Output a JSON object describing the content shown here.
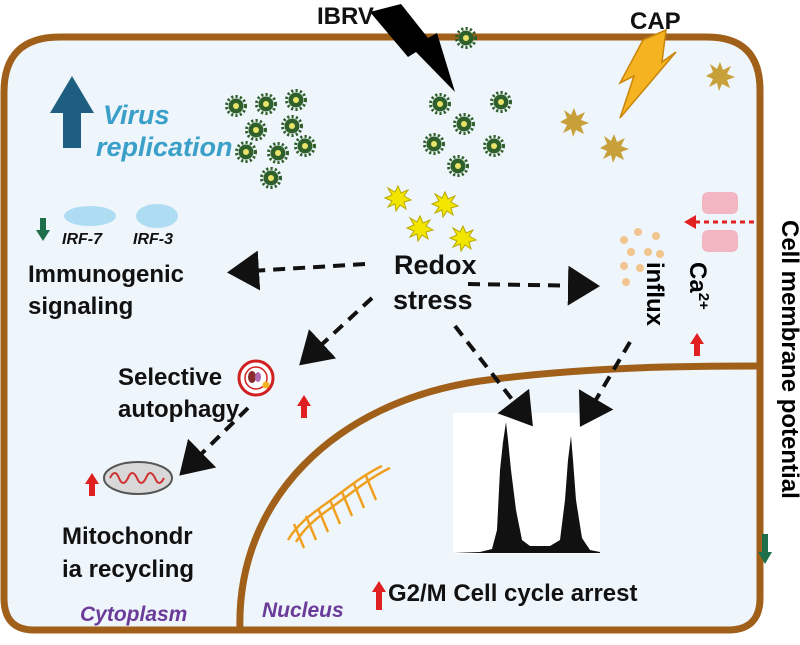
{
  "labels": {
    "ibrv": "IBRV",
    "cap": "CAP",
    "virus_replication_1": "Virus",
    "virus_replication_2": "replication",
    "irf7": "IRF-7",
    "irf3": "IRF-3",
    "immunogenic_1": "Immunogenic",
    "immunogenic_2": "signaling",
    "redox_1": "Redox",
    "redox_2": "stress",
    "influx": "influx",
    "ca": "Ca",
    "ca_sup": "2+",
    "membrane_potential": "Cell membrane potential",
    "selective_1": "Selective",
    "selective_2": "autophagy",
    "mito_1": "Mitochondr",
    "mito_2": "ia recycling",
    "g2m": "G2/M Cell cycle arrest",
    "cytoplasm": "Cytoplasm",
    "nucleus": "Nucleus"
  },
  "colors": {
    "cell_border": "#a0601a",
    "cytoplasm_fill": "#eef5fb",
    "up_arrow": "#e02020",
    "down_arrow": "#1e6e4a",
    "virus": "#2f5f2a",
    "ros": "#f2e600",
    "virus_arrow": "#1e5e80",
    "calcium": "#f2c48e",
    "dna": "#f0a020"
  },
  "icons": [
    "lightning-bolt-icon",
    "virus-particle-icon",
    "ros-star-icon",
    "ion-channel-icon",
    "autophagosome-icon",
    "mitochondrion-icon",
    "dna-helix-icon",
    "flow-cytometry-histogram-icon"
  ]
}
